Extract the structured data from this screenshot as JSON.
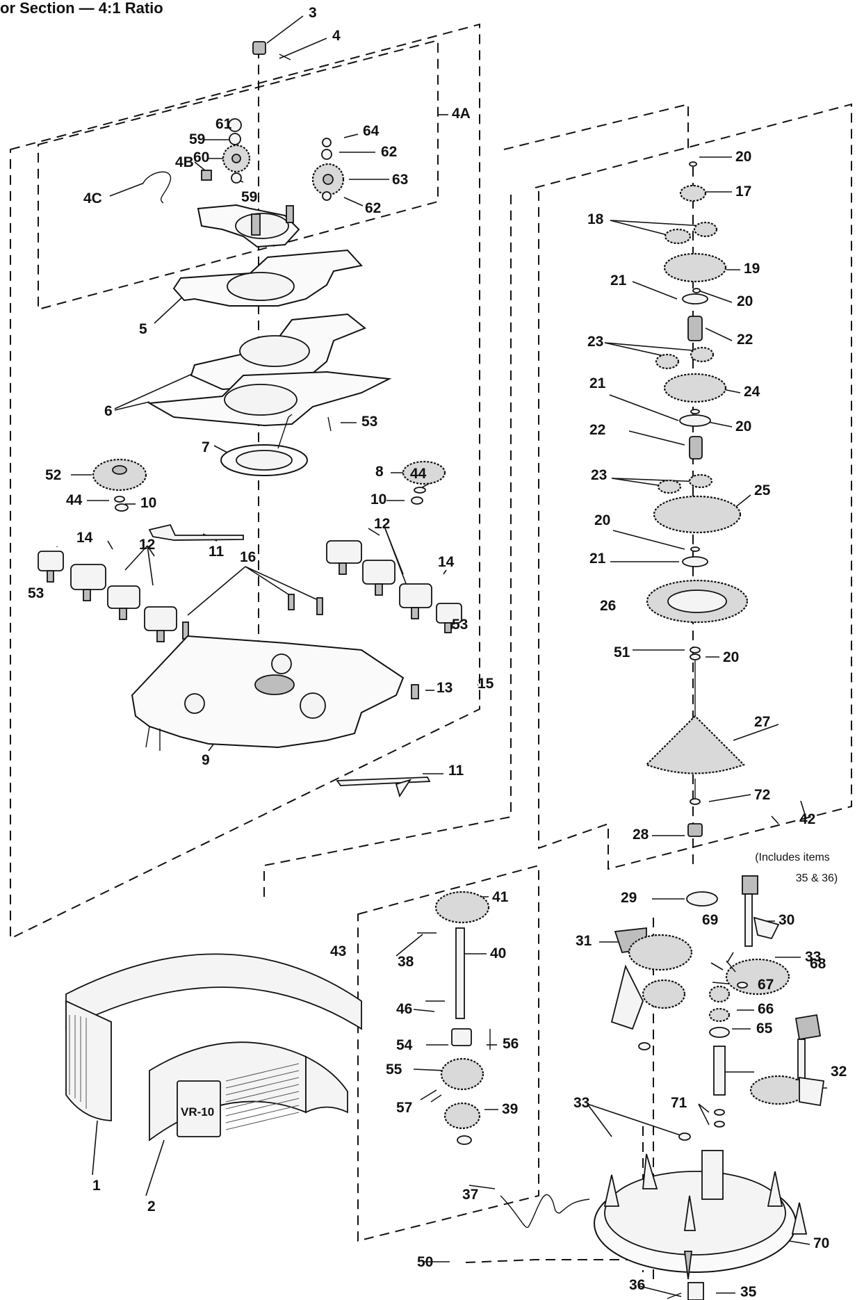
{
  "title": "or Section — 4:1 Ratio",
  "labels": [
    {
      "id": "3",
      "text": "3"
    },
    {
      "id": "4",
      "text": "4"
    },
    {
      "id": "4A",
      "text": "4A"
    },
    {
      "id": "61",
      "text": "61"
    },
    {
      "id": "59a",
      "text": "59"
    },
    {
      "id": "60",
      "text": "60"
    },
    {
      "id": "4B",
      "text": "4B"
    },
    {
      "id": "4C",
      "text": "4C"
    },
    {
      "id": "59b",
      "text": "59"
    },
    {
      "id": "64",
      "text": "64"
    },
    {
      "id": "62a",
      "text": "62"
    },
    {
      "id": "63",
      "text": "63"
    },
    {
      "id": "62b",
      "text": "62"
    },
    {
      "id": "5",
      "text": "5"
    },
    {
      "id": "6",
      "text": "6"
    },
    {
      "id": "7",
      "text": "7"
    },
    {
      "id": "53a",
      "text": "53"
    },
    {
      "id": "52",
      "text": "52"
    },
    {
      "id": "8",
      "text": "8"
    },
    {
      "id": "44a",
      "text": "44"
    },
    {
      "id": "10a",
      "text": "10"
    },
    {
      "id": "44b",
      "text": "44"
    },
    {
      "id": "10b",
      "text": "10"
    },
    {
      "id": "12a",
      "text": "12"
    },
    {
      "id": "14a",
      "text": "14"
    },
    {
      "id": "11a",
      "text": "11"
    },
    {
      "id": "12b",
      "text": "12"
    },
    {
      "id": "16",
      "text": "16"
    },
    {
      "id": "14b",
      "text": "14"
    },
    {
      "id": "53b",
      "text": "53"
    },
    {
      "id": "53c",
      "text": "53"
    },
    {
      "id": "13",
      "text": "13"
    },
    {
      "id": "15",
      "text": "15"
    },
    {
      "id": "9",
      "text": "9"
    },
    {
      "id": "11b",
      "text": "11"
    },
    {
      "id": "20a",
      "text": "20"
    },
    {
      "id": "17",
      "text": "17"
    },
    {
      "id": "18",
      "text": "18"
    },
    {
      "id": "19",
      "text": "19"
    },
    {
      "id": "21a",
      "text": "21"
    },
    {
      "id": "20b",
      "text": "20"
    },
    {
      "id": "22a",
      "text": "22"
    },
    {
      "id": "23a",
      "text": "23"
    },
    {
      "id": "24",
      "text": "24"
    },
    {
      "id": "21b",
      "text": "21"
    },
    {
      "id": "20c",
      "text": "20"
    },
    {
      "id": "22b",
      "text": "22"
    },
    {
      "id": "23b",
      "text": "23"
    },
    {
      "id": "25",
      "text": "25"
    },
    {
      "id": "20d",
      "text": "20"
    },
    {
      "id": "21c",
      "text": "21"
    },
    {
      "id": "26",
      "text": "26"
    },
    {
      "id": "51",
      "text": "51"
    },
    {
      "id": "20e",
      "text": "20"
    },
    {
      "id": "27",
      "text": "27"
    },
    {
      "id": "72",
      "text": "72"
    },
    {
      "id": "28",
      "text": "28"
    },
    {
      "id": "42",
      "text": "42"
    },
    {
      "id": "29",
      "text": "29"
    },
    {
      "id": "41",
      "text": "41"
    },
    {
      "id": "31",
      "text": "31"
    },
    {
      "id": "30",
      "text": "30"
    },
    {
      "id": "69",
      "text": "69"
    },
    {
      "id": "33a",
      "text": "33"
    },
    {
      "id": "68",
      "text": "68"
    },
    {
      "id": "43",
      "text": "43"
    },
    {
      "id": "38",
      "text": "38"
    },
    {
      "id": "40",
      "text": "40"
    },
    {
      "id": "67",
      "text": "67"
    },
    {
      "id": "66",
      "text": "66"
    },
    {
      "id": "46",
      "text": "46"
    },
    {
      "id": "54",
      "text": "54"
    },
    {
      "id": "56",
      "text": "56"
    },
    {
      "id": "65",
      "text": "65"
    },
    {
      "id": "32",
      "text": "32"
    },
    {
      "id": "55",
      "text": "55"
    },
    {
      "id": "71",
      "text": "71"
    },
    {
      "id": "33b",
      "text": "33"
    },
    {
      "id": "57",
      "text": "57"
    },
    {
      "id": "39",
      "text": "39"
    },
    {
      "id": "1",
      "text": "1"
    },
    {
      "id": "2",
      "text": "2"
    },
    {
      "id": "50",
      "text": "50"
    },
    {
      "id": "37",
      "text": "37"
    },
    {
      "id": "70",
      "text": "70"
    },
    {
      "id": "36",
      "text": "36"
    },
    {
      "id": "35",
      "text": "35"
    }
  ],
  "note_42": [
    "(Includes items",
    "35 & 36)"
  ],
  "case_badge": "VR-10"
}
